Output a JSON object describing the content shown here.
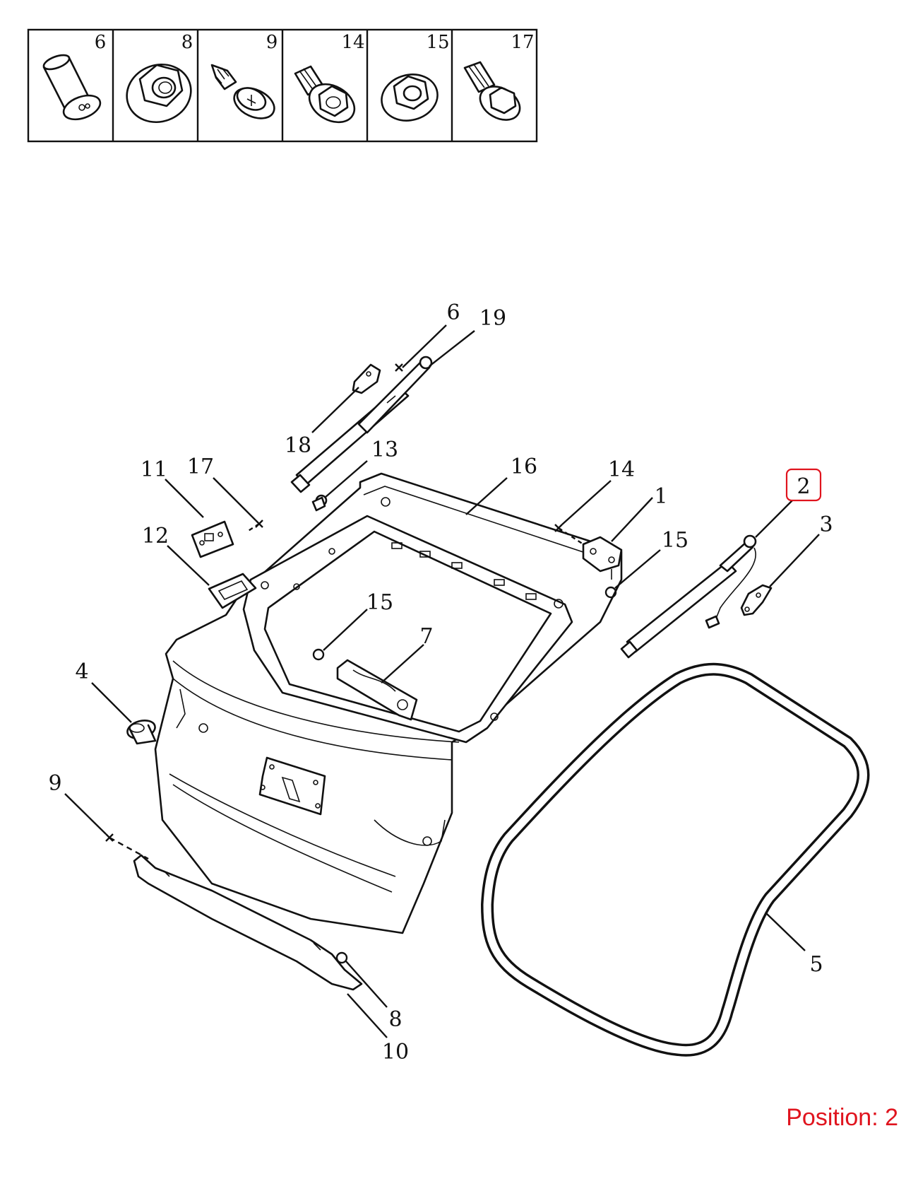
{
  "diagram": {
    "hardware_box_numbers": [
      "6",
      "8",
      "9",
      "14",
      "15",
      "17"
    ],
    "callouts": {
      "c1": "1",
      "c2": "2",
      "c3": "3",
      "c4": "4",
      "c5": "5",
      "c6": "6",
      "c7": "7",
      "c8": "8",
      "c9": "9",
      "c10": "10",
      "c11": "11",
      "c12": "12",
      "c13": "13",
      "c14": "14",
      "c15a": "15",
      "c15b": "15",
      "c16": "16",
      "c17": "17",
      "c18": "18",
      "c19": "19"
    },
    "highlighted_callout": "2",
    "highlight_color": "#e0141e",
    "position_label": "Position: 2"
  }
}
